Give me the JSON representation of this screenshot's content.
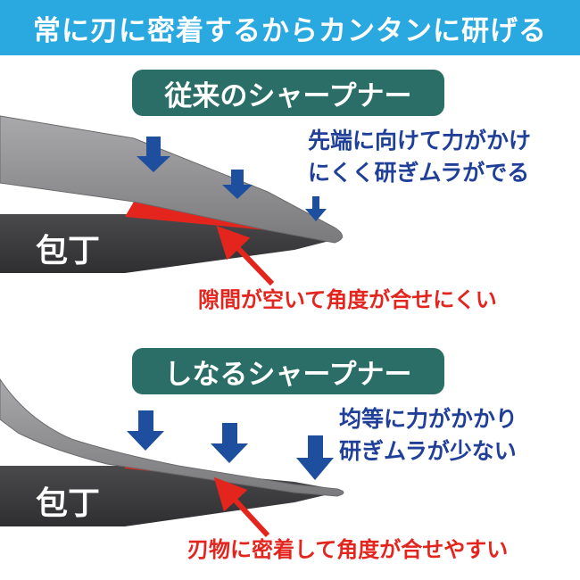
{
  "header": {
    "title": "常に刃に密着するからカンタンに研げる"
  },
  "conventional": {
    "title": "従来のシャープナー",
    "note_line1": "先端に向けて力がかけ",
    "note_line2": "にくく研ぎムラがでる",
    "knife_label": "包丁",
    "gap_note": "隙間が空いて角度が合せにくい"
  },
  "flexible": {
    "title": "しなるシャープナー",
    "note_line1": "均等に力がかかり",
    "note_line2": "研ぎムラが少ない",
    "knife_label": "包丁",
    "fit_note": "刃物に密着して角度が合せやすい"
  },
  "colors": {
    "banner": "#2aa8e0",
    "title_pill": "#2b6e68",
    "note_text": "#1f3f99",
    "warning_text": "#e3251e",
    "knife": "#3f3f41",
    "sharpener": "#8e8e90",
    "gap": "#e3251e",
    "arrows": "#1d4f9e"
  },
  "icons": [
    "down-arrow-icon",
    "pointer-arrow-icon"
  ]
}
